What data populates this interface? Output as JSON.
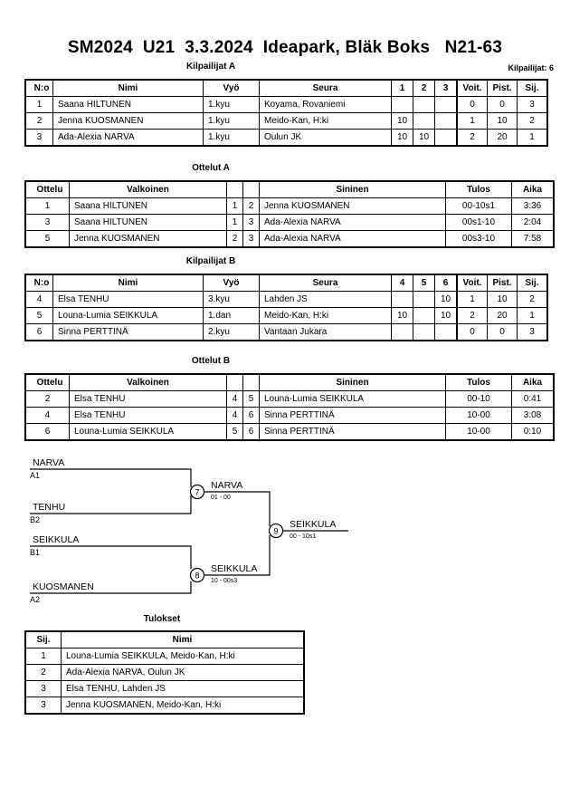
{
  "header": {
    "title": "SM2024  U21  3.3.2024  Ideapark, Bläk Boks   N21-63",
    "competitor_count": "Kilpailijat: 6"
  },
  "sections": {
    "pool_a_heading": "Kilpailijat A",
    "matches_a_heading": "Ottelut A",
    "pool_b_heading": "Kilpailijat B",
    "matches_b_heading": "Ottelut B",
    "results_heading": "Tulokset"
  },
  "pool_table": {
    "headers": {
      "no": "N:o",
      "name": "Nimi",
      "belt": "Vyö",
      "club": "Seura",
      "wins": "Voit.",
      "points": "Pist.",
      "rank": "Sij."
    }
  },
  "pool_a": {
    "rr_headers": [
      "1",
      "2",
      "3"
    ],
    "rows": [
      {
        "no": "1",
        "name": "Saana HILTUNEN",
        "belt": "1.kyu",
        "club": "Koyama, Rovaniemi",
        "rr": [
          "",
          "",
          ""
        ],
        "wins": "0",
        "points": "0",
        "rank": "3"
      },
      {
        "no": "2",
        "name": "Jenna KUOSMANEN",
        "belt": "1.kyu",
        "club": "Meido-Kan, H:ki",
        "rr": [
          "10",
          "",
          ""
        ],
        "wins": "1",
        "points": "10",
        "rank": "2"
      },
      {
        "no": "3",
        "name": "Ada-Alexia NARVA",
        "belt": "1.kyu",
        "club": "Oulun JK",
        "rr": [
          "10",
          "10",
          ""
        ],
        "wins": "2",
        "points": "20",
        "rank": "1"
      }
    ]
  },
  "pool_b": {
    "rr_headers": [
      "4",
      "5",
      "6"
    ],
    "rows": [
      {
        "no": "4",
        "name": "Elsa TENHU",
        "belt": "3.kyu",
        "club": "Lahden JS",
        "rr": [
          "",
          "",
          "10"
        ],
        "wins": "1",
        "points": "10",
        "rank": "2"
      },
      {
        "no": "5",
        "name": "Louna-Lumia SEIKKULA",
        "belt": "1.dan",
        "club": "Meido-Kan, H:ki",
        "rr": [
          "10",
          "",
          "10"
        ],
        "wins": "2",
        "points": "20",
        "rank": "1"
      },
      {
        "no": "6",
        "name": "Sinna PERTTINÄ",
        "belt": "2.kyu",
        "club": "Vantaan Jukara",
        "rr": [
          "",
          "",
          ""
        ],
        "wins": "0",
        "points": "0",
        "rank": "3"
      }
    ]
  },
  "matches_table": {
    "headers": {
      "match": "Ottelu",
      "white": "Valkoinen",
      "blue": "Sininen",
      "result": "Tulos",
      "time": "Aika"
    }
  },
  "matches_a": {
    "rows": [
      {
        "no": "1",
        "white": "Saana HILTUNEN",
        "white_no": "1",
        "blue_no": "2",
        "blue": "Jenna KUOSMANEN",
        "result": "00-10s1",
        "time": "3:36"
      },
      {
        "no": "3",
        "white": "Saana HILTUNEN",
        "white_no": "1",
        "blue_no": "3",
        "blue": "Ada-Alexia NARVA",
        "result": "00s1-10",
        "time": "2:04"
      },
      {
        "no": "5",
        "white": "Jenna KUOSMANEN",
        "white_no": "2",
        "blue_no": "3",
        "blue": "Ada-Alexia NARVA",
        "result": "00s3-10",
        "time": "7:58"
      }
    ]
  },
  "matches_b": {
    "rows": [
      {
        "no": "2",
        "white": "Elsa TENHU",
        "white_no": "4",
        "blue_no": "5",
        "blue": "Louna-Lumia SEIKKULA",
        "result": "00-10",
        "time": "0:41"
      },
      {
        "no": "4",
        "white": "Elsa TENHU",
        "white_no": "4",
        "blue_no": "6",
        "blue": "Sinna PERTTINÄ",
        "result": "10-00",
        "time": "3:08"
      },
      {
        "no": "6",
        "white": "Louna-Lumia SEIKKULA",
        "white_no": "5",
        "blue_no": "6",
        "blue": "Sinna PERTTINÄ",
        "result": "10-00",
        "time": "0:10"
      }
    ]
  },
  "bracket": {
    "entries": [
      {
        "name": "NARVA",
        "seed": "A1"
      },
      {
        "name": "TENHU",
        "seed": "B2"
      },
      {
        "name": "SEIKKULA",
        "seed": "B1"
      },
      {
        "name": "KUOSMANEN",
        "seed": "A2"
      }
    ],
    "semifinal_1": {
      "number": "7",
      "winner": "NARVA",
      "score": "01 - 00"
    },
    "semifinal_2": {
      "number": "8",
      "winner": "SEIKKULA",
      "score": "10 - 00s3"
    },
    "final": {
      "number": "9",
      "winner": "SEIKKULA",
      "score": "00 - 10s1"
    }
  },
  "results": {
    "headers": {
      "rank": "Sij.",
      "name": "Nimi"
    },
    "rows": [
      {
        "rank": "1",
        "name": "Louna-Lumia SEIKKULA, Meido-Kan, H:ki"
      },
      {
        "rank": "2",
        "name": "Ada-Alexia NARVA, Oulun JK"
      },
      {
        "rank": "3",
        "name": "Elsa TENHU, Lahden JS"
      },
      {
        "rank": "3",
        "name": "Jenna KUOSMANEN, Meido-Kan, H:ki"
      }
    ]
  }
}
